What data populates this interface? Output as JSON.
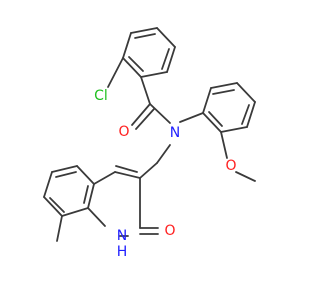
{
  "colors": {
    "bond": "#3a3a3a",
    "carbon": "#3a3a3a",
    "nitrogen": "#2020ff",
    "oxygen": "#ff2020",
    "chlorine": "#20c020"
  },
  "atoms": {
    "cl": "Cl",
    "o_amide": "O",
    "n_amide": "N",
    "o_methoxy": "O",
    "o_quinolinone": "O",
    "nh_quinolinone": "NH",
    "h_quinolinone": "H"
  }
}
